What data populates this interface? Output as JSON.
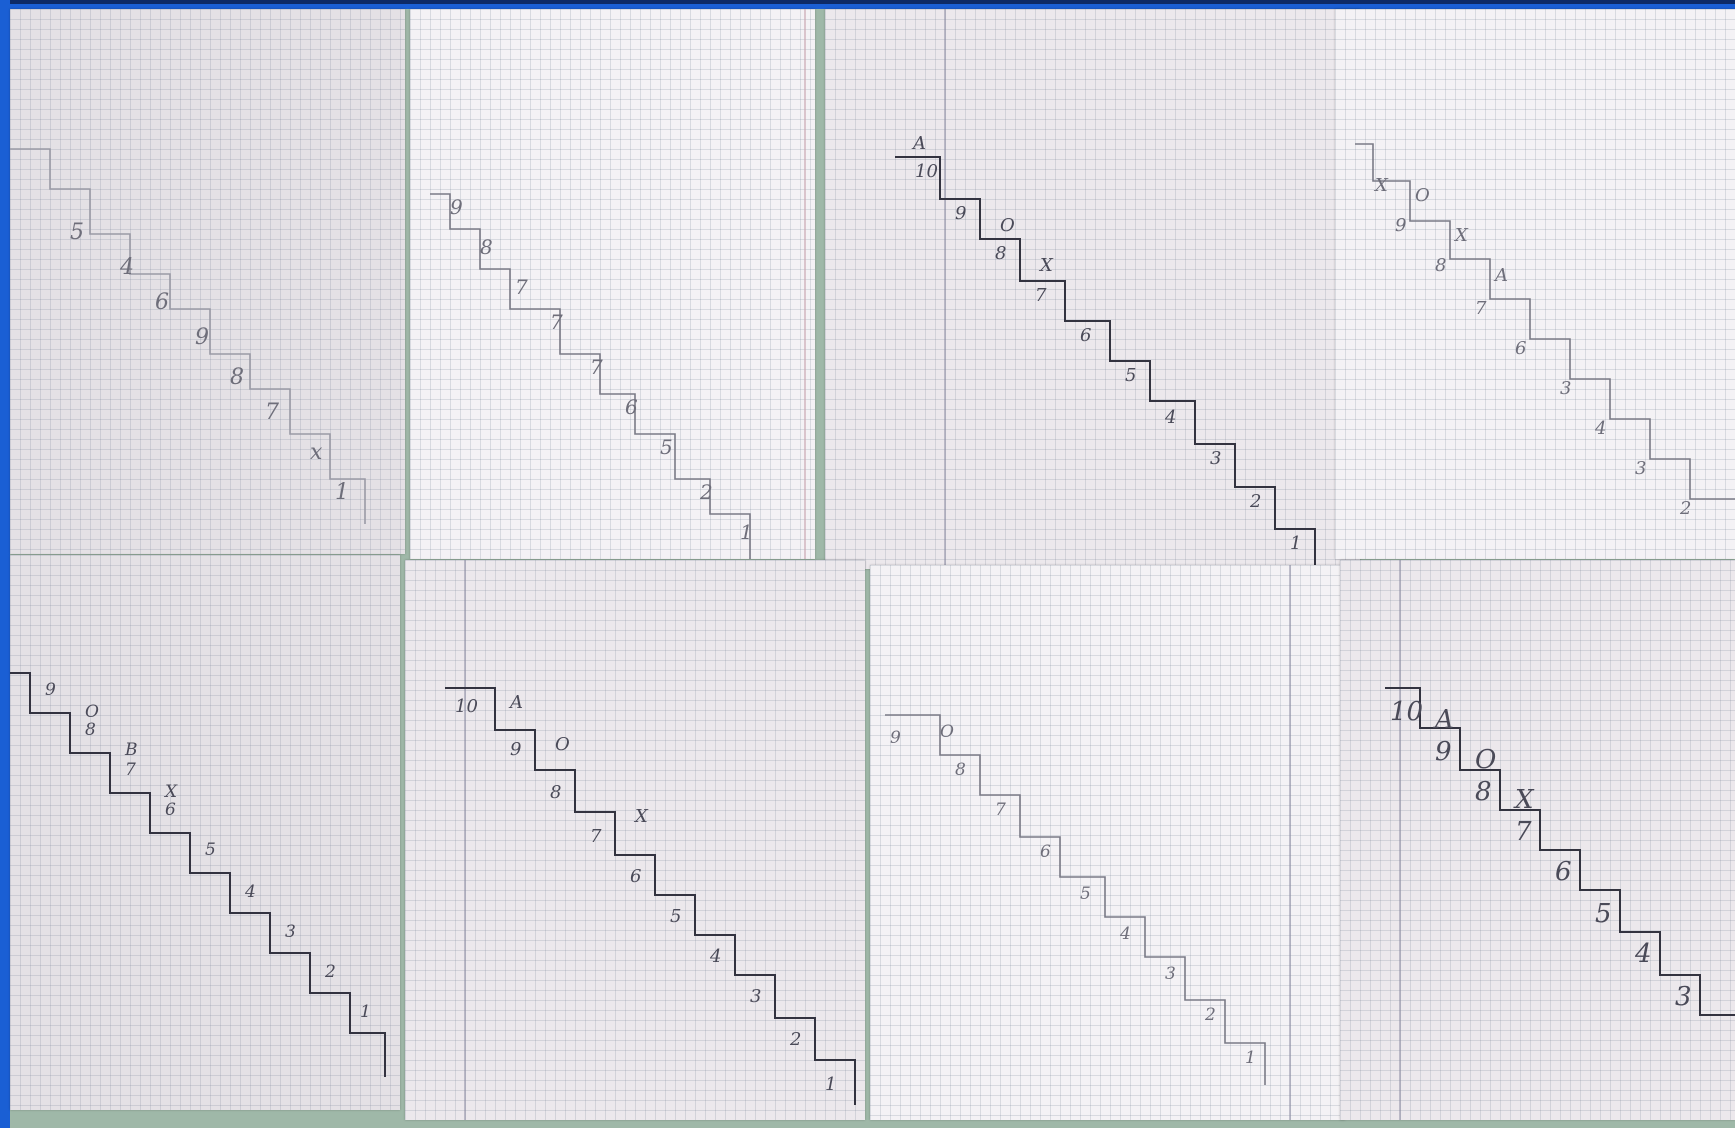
{
  "photo": {
    "description_colors": {
      "frame": "#1a5fd4",
      "paper": "#ece8ec",
      "pencil": "#5a5a66",
      "ink": "#4848a0"
    }
  },
  "sheets": [
    {
      "id": "top-1",
      "corner_note": "",
      "digits": [
        "5",
        "4",
        "6",
        "9",
        "8",
        "7",
        "x",
        "1"
      ]
    },
    {
      "id": "top-2",
      "corner_note": "",
      "digits": [
        "9",
        "8",
        "7",
        "7",
        "7",
        "6",
        "5",
        "2",
        "1"
      ]
    },
    {
      "id": "top-3",
      "corner_note": "",
      "digits": [
        "10",
        "9",
        "8",
        "7",
        "6",
        "5",
        "4",
        "3",
        "2",
        "1"
      ],
      "letters": [
        "A",
        "O",
        "X"
      ]
    },
    {
      "id": "top-4",
      "corner_note": "",
      "digits": [
        "9",
        "8",
        "7",
        "6",
        "3",
        "4",
        "3",
        "2"
      ],
      "letters": [
        "X",
        "O",
        "X",
        "A"
      ]
    },
    {
      "id": "bottom-1",
      "corner_note": "",
      "digits": [
        "9",
        "8",
        "7",
        "6",
        "5",
        "4",
        "3",
        "2",
        "1"
      ],
      "letters": [
        "O",
        "B",
        "X"
      ]
    },
    {
      "id": "bottom-2",
      "corner_note": "",
      "digits": [
        "10",
        "9",
        "8",
        "7",
        "6",
        "5",
        "4",
        "3",
        "2",
        "1"
      ],
      "letters": [
        "A",
        "O",
        "X"
      ]
    },
    {
      "id": "bottom-3",
      "corner_note": "",
      "digits": [
        "9",
        "8",
        "7",
        "6",
        "5",
        "4",
        "3",
        "2",
        "1"
      ],
      "letters": [
        "O"
      ]
    },
    {
      "id": "bottom-4",
      "corner_note": "",
      "digits": [
        "10",
        "9",
        "8",
        "7",
        "6",
        "5",
        "4",
        "3"
      ],
      "letters": [
        "A",
        "O",
        "X"
      ]
    }
  ]
}
